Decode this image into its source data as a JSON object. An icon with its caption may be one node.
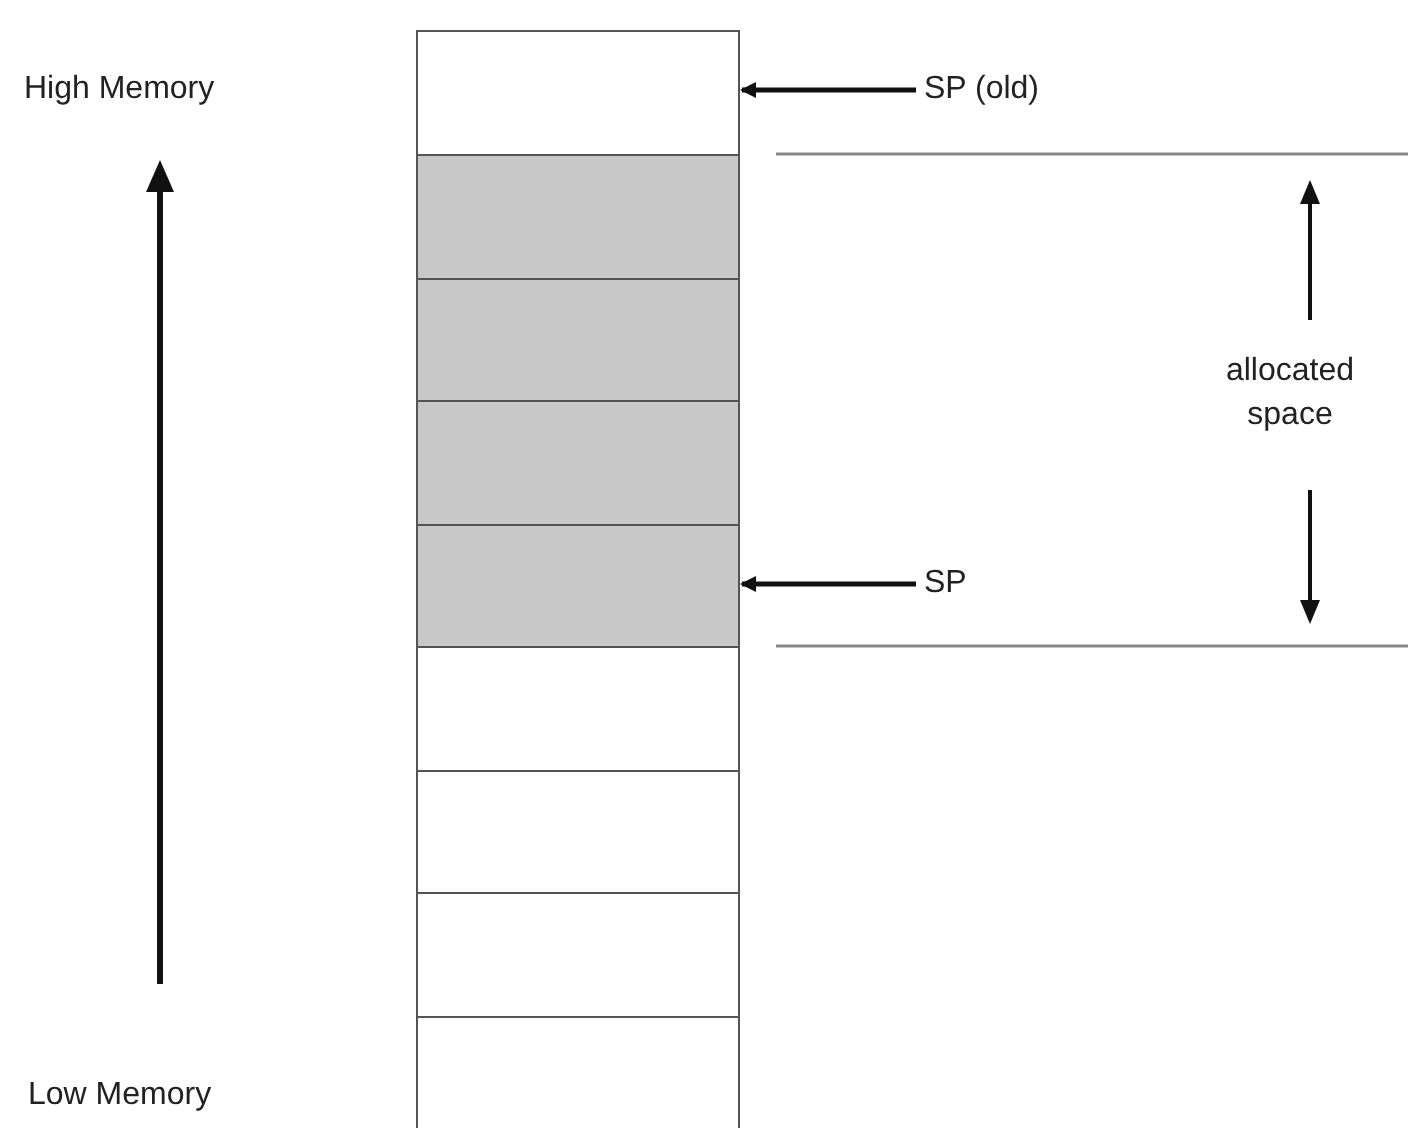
{
  "diagram": {
    "nodes": [
      {
        "text": [],
        "shape": "box"
      },
      {
        "text": [],
        "shape": "box"
      },
      {
        "text": [],
        "shape": "box"
      },
      {
        "text": [],
        "shape": "box"
      },
      {
        "text": [],
        "shape": "box"
      },
      {
        "text": [],
        "shape": "box"
      },
      {
        "text": [],
        "shape": "box"
      },
      {
        "text": [],
        "shape": "box"
      },
      {
        "text": [],
        "shape": "box"
      },
      {
        "text": [
          "SP (old)"
        ]
      },
      {
        "text": [
          "SP"
        ]
      }
    ],
    "edges": [
      {
        "from": 9,
        "to": 0,
        "arrow": "to"
      },
      {
        "from": 10,
        "to": 4,
        "arrow": "to"
      }
    ],
    "labels": [
      "High Memory",
      "Low Memory",
      "allocated space"
    ]
  }
}
